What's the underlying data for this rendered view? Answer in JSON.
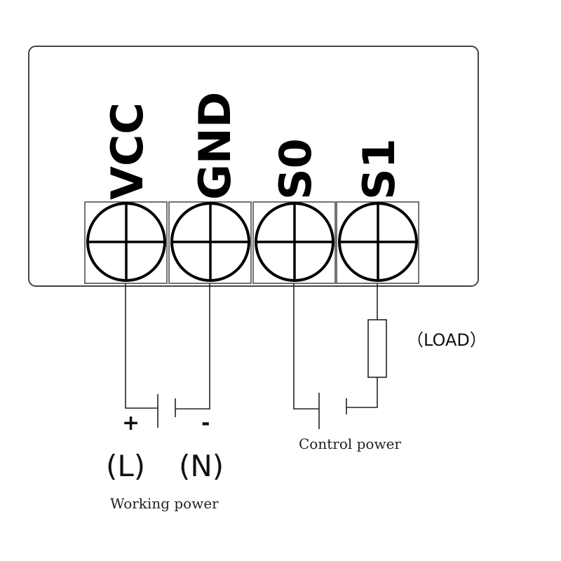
{
  "diagram": {
    "title": "Relay module wiring diagram",
    "terminals": [
      {
        "label": "VCC"
      },
      {
        "label": "GND"
      },
      {
        "label": "S0"
      },
      {
        "label": "S1"
      }
    ],
    "working_power": {
      "plus_sign": "+",
      "minus_sign": "-",
      "live_label": "(L)",
      "neutral_label": "(N)",
      "caption": "Working power"
    },
    "control_power": {
      "caption": "Control power"
    },
    "load": {
      "label": "（LOAD）"
    },
    "colors": {
      "line": "#222222",
      "terminal": "#000000",
      "background": "#ffffff"
    }
  }
}
